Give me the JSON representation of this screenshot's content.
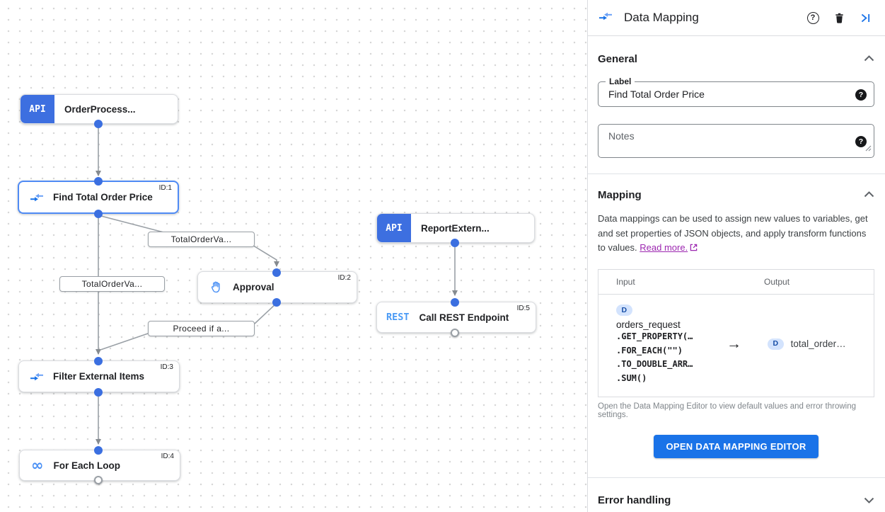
{
  "canvas": {
    "nodes": [
      {
        "tag": "API",
        "title": "OrderProcess..."
      },
      {
        "title": "Find Total Order Price",
        "id": "ID:1"
      },
      {
        "tag": "API",
        "title": "ReportExtern..."
      },
      {
        "title": "Approval",
        "id": "ID:2"
      },
      {
        "tag": "REST",
        "title": "Call REST Endpoint",
        "id": "ID:5"
      },
      {
        "title": "Filter External Items",
        "id": "ID:3"
      },
      {
        "title": "For Each Loop",
        "id": "ID:4"
      }
    ],
    "edge_labels": [
      "TotalOrderVa...",
      "TotalOrderVa...",
      "Proceed if a..."
    ]
  },
  "panel": {
    "title": "Data Mapping",
    "icons": {
      "help": "?",
      "field_help": "?",
      "delete": "trash-icon",
      "collapse": "collapse-right-icon"
    },
    "general": {
      "heading": "General",
      "label_field": {
        "label": "Label",
        "value": "Find Total Order Price"
      },
      "notes_placeholder": "Notes"
    },
    "mapping": {
      "heading": "Mapping",
      "description": "Data mappings can be used to assign new values to variables, get and set properties of JSON objects, and apply transform functions to values.",
      "read_more": "Read more.",
      "table": {
        "input_header": "Input",
        "output_header": "Output",
        "input_badge": "D",
        "input_var": "orders_request",
        "code_lines": [
          ".GET_PROPERTY(…",
          ".FOR_EACH(\"\")",
          ".TO_DOUBLE_ARR…",
          ".SUM()"
        ],
        "arrow": "→",
        "output_badge": "D",
        "output_var": "total_order…"
      },
      "caption": "Open the Data Mapping Editor to view default values and error throwing settings.",
      "button": "OPEN DATA MAPPING EDITOR"
    },
    "error_handling": {
      "heading": "Error handling"
    }
  },
  "colors": {
    "accent_blue": "#1a73e8",
    "api_tab_blue": "#3d6fe0",
    "rest_blue": "#4a9af5",
    "selected_border": "#4f8bf5",
    "edge_gray": "#9aa0a6",
    "link_purple": "#9c27b0",
    "badge_bg": "#d3e3fd",
    "badge_text": "#174ea6"
  }
}
